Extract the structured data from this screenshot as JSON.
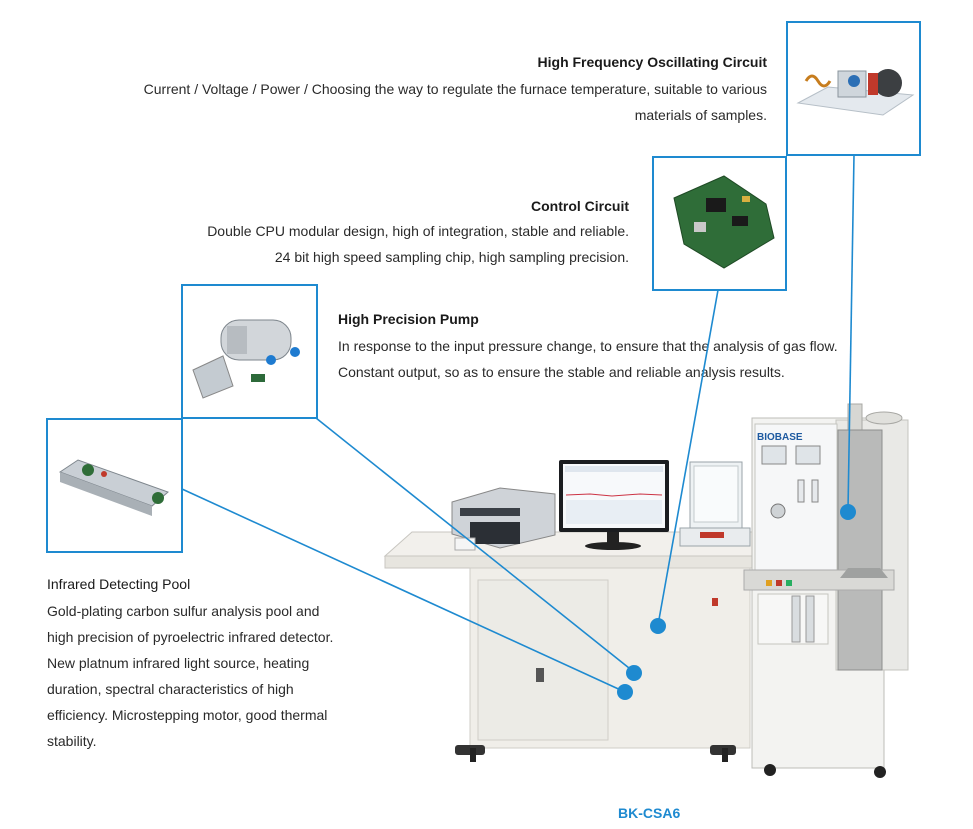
{
  "callouts": {
    "oscillating": {
      "title": "High Frequency Oscillating Circuit",
      "lines": [
        "Current / Voltage / Power / Choosing the way to regulate the furnace temperature, suitable to various",
        "materials of samples."
      ]
    },
    "control": {
      "title": "Control Circuit",
      "lines": [
        "Double CPU modular design, high of integration, stable and reliable.",
        "24 bit high speed sampling chip, high sampling precision."
      ]
    },
    "pump": {
      "title": "High Precision Pump",
      "lines": [
        "In response to the input pressure change, to ensure that the analysis of gas flow.",
        "Constant output, so as to ensure the stable and reliable analysis results."
      ]
    },
    "infrared": {
      "title": "Infrared Detecting Pool",
      "lines": [
        "Gold-plating carbon sulfur analysis pool and",
        "high precision of pyroelectric infrared detector.",
        "New platnum infrared light source, heating",
        "duration, spectral characteristics of high",
        "efficiency. Microstepping motor, good thermal",
        "stability."
      ]
    }
  },
  "machine": {
    "brand": "BIOBASE",
    "model": "BK-CSA6"
  },
  "colors": {
    "accent": "#1e8ad0",
    "text": "#2a2a2a"
  }
}
